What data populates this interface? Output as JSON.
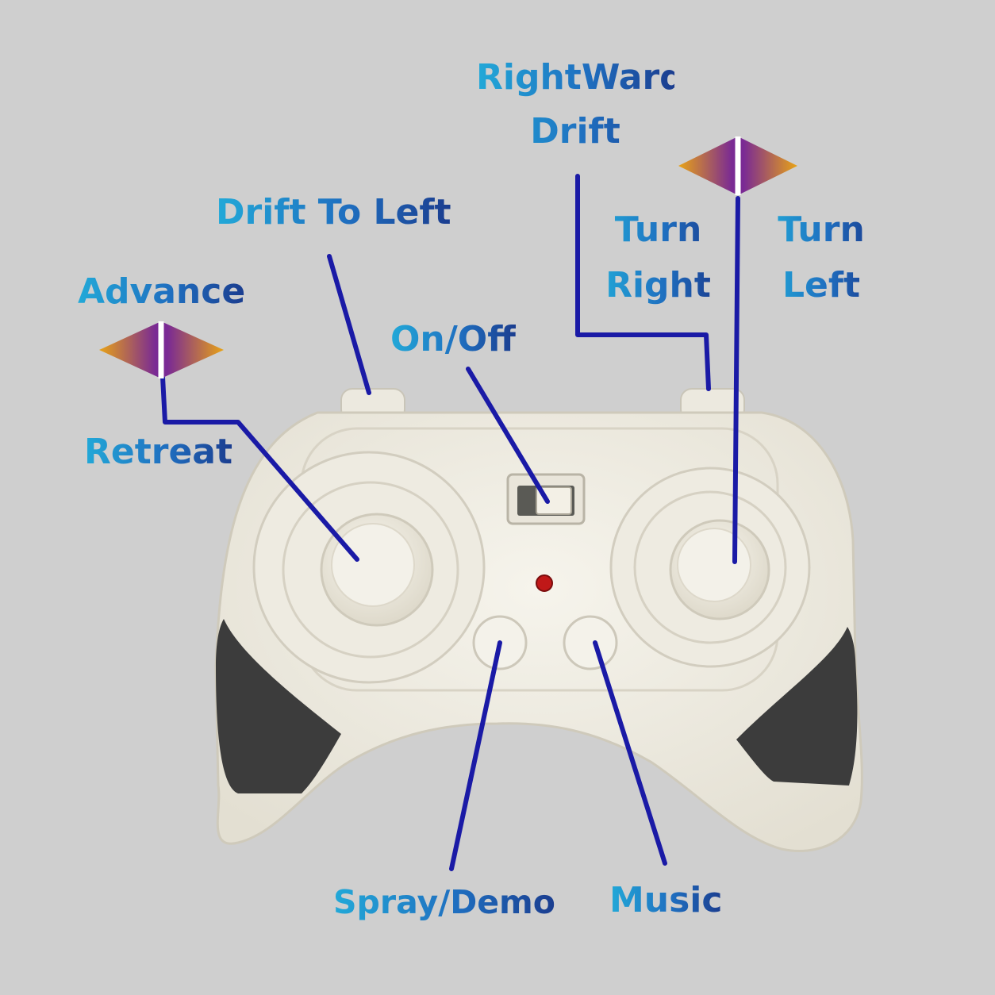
{
  "labels": {
    "rightward_drift": {
      "line1": "RightWard",
      "line2": "Drift"
    },
    "drift_to_left": "Drift To Left",
    "turn_right": {
      "line1": "Turn",
      "line2": "Right"
    },
    "turn_left": {
      "line1": "Turn",
      "line2": "Left"
    },
    "advance": "Advance",
    "on_off": "On/Off",
    "retreat": "Retreat",
    "spray_demo": "Spray/Demo",
    "music": "Music"
  },
  "colors": {
    "background": "#cfcfcf",
    "controller_body": "#efece2",
    "grip": "#3a3a3a",
    "leader_line": "#1a1aa6",
    "led": "#c01818",
    "arrow_gradient": [
      "#d99a1c",
      "#7b2f8f",
      "#d99a1c"
    ]
  }
}
